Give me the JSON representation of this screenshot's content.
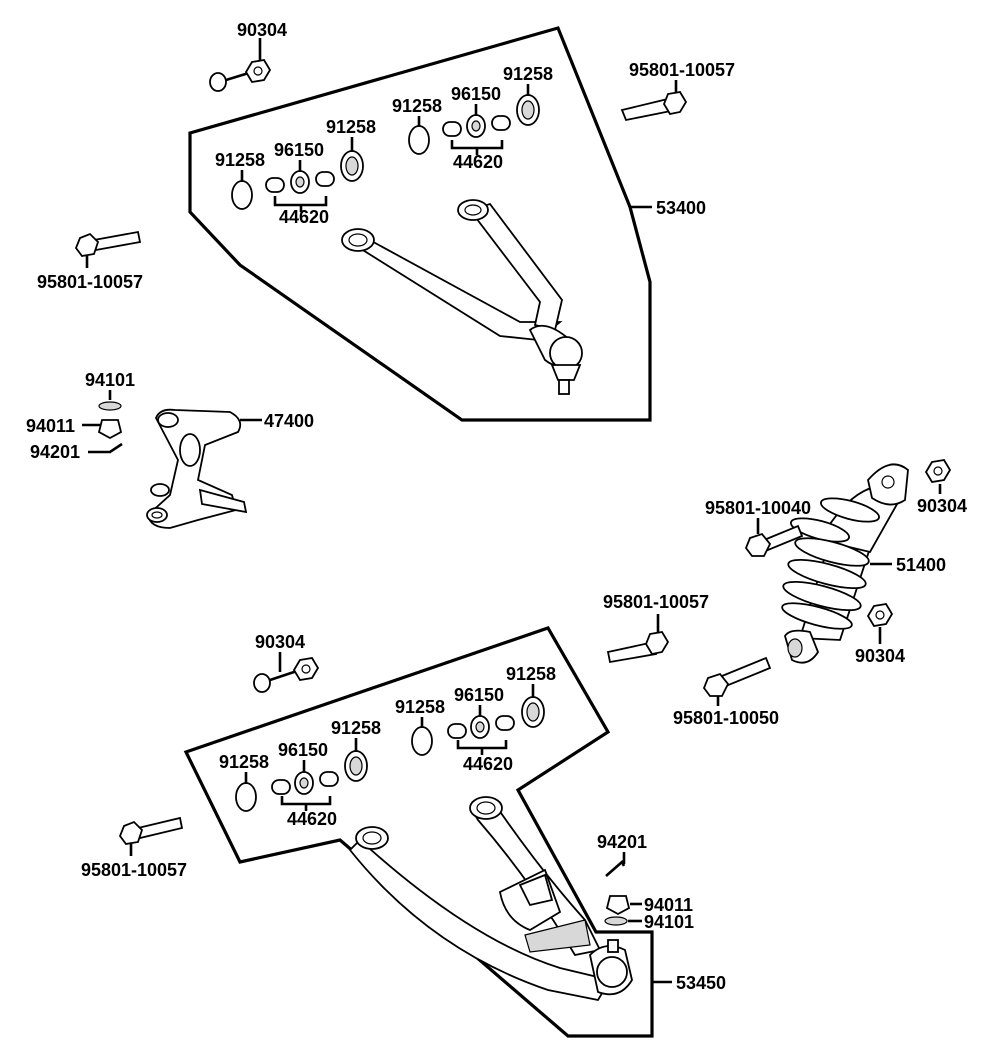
{
  "labels": {
    "l01": "90304",
    "l02": "95801-10057",
    "l03": "91258",
    "l04": "91258",
    "l05": "96150",
    "l06": "91258",
    "l07": "96150",
    "l08": "91258",
    "l09": "44620",
    "l10": "44620",
    "l11": "53400",
    "l12": "95801-10057",
    "l13": "94101",
    "l14": "94011",
    "l15": "94201",
    "l16": "47400",
    "l17": "95801-10040",
    "l18": "90304",
    "l19": "51400",
    "l20": "95801-10057",
    "l21": "90304",
    "l22": "90304",
    "l23": "95801-10050",
    "l24": "91258",
    "l25": "91258",
    "l26": "96150",
    "l27": "91258",
    "l28": "96150",
    "l29": "91258",
    "l30": "44620",
    "l31": "44620",
    "l32": "95801-10057",
    "l33": "94201",
    "l34": "94011",
    "l35": "94101",
    "l36": "53450"
  }
}
